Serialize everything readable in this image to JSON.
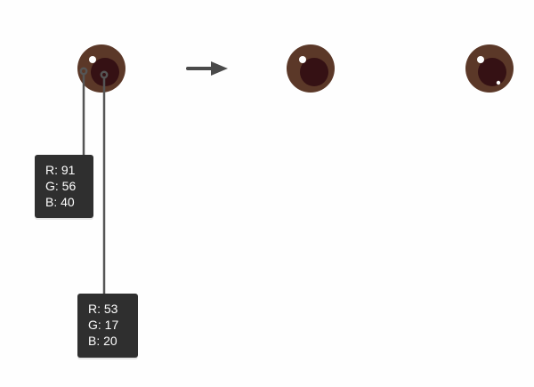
{
  "eye_colors": {
    "iris_outer": "#5b3828",
    "iris_inner": "#351114",
    "highlight": "#ffffff",
    "pointer_line": "#555555",
    "swatch_bg": "#2f2f2f",
    "arrow": "#4a4a4a"
  },
  "swatches": {
    "outer": {
      "r": "R: 91",
      "g": "G: 56",
      "b": "B: 40"
    },
    "inner": {
      "r": "R: 53",
      "g": "G: 17",
      "b": "B: 20"
    }
  },
  "icons": {
    "arrow": "right-arrow-icon"
  }
}
